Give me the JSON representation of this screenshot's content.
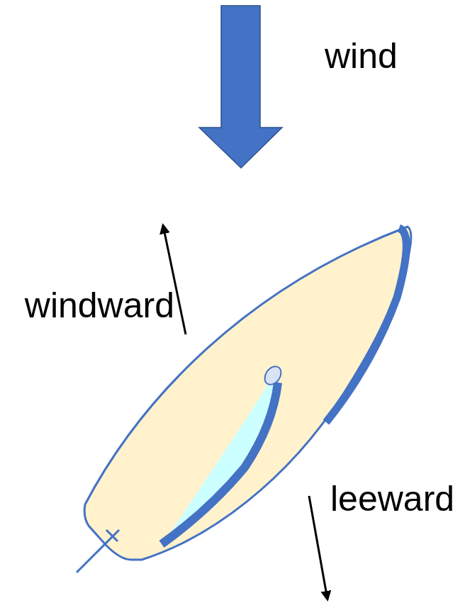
{
  "diagram": {
    "labels": [
      "wind",
      "windward",
      "leeward"
    ]
  }
}
